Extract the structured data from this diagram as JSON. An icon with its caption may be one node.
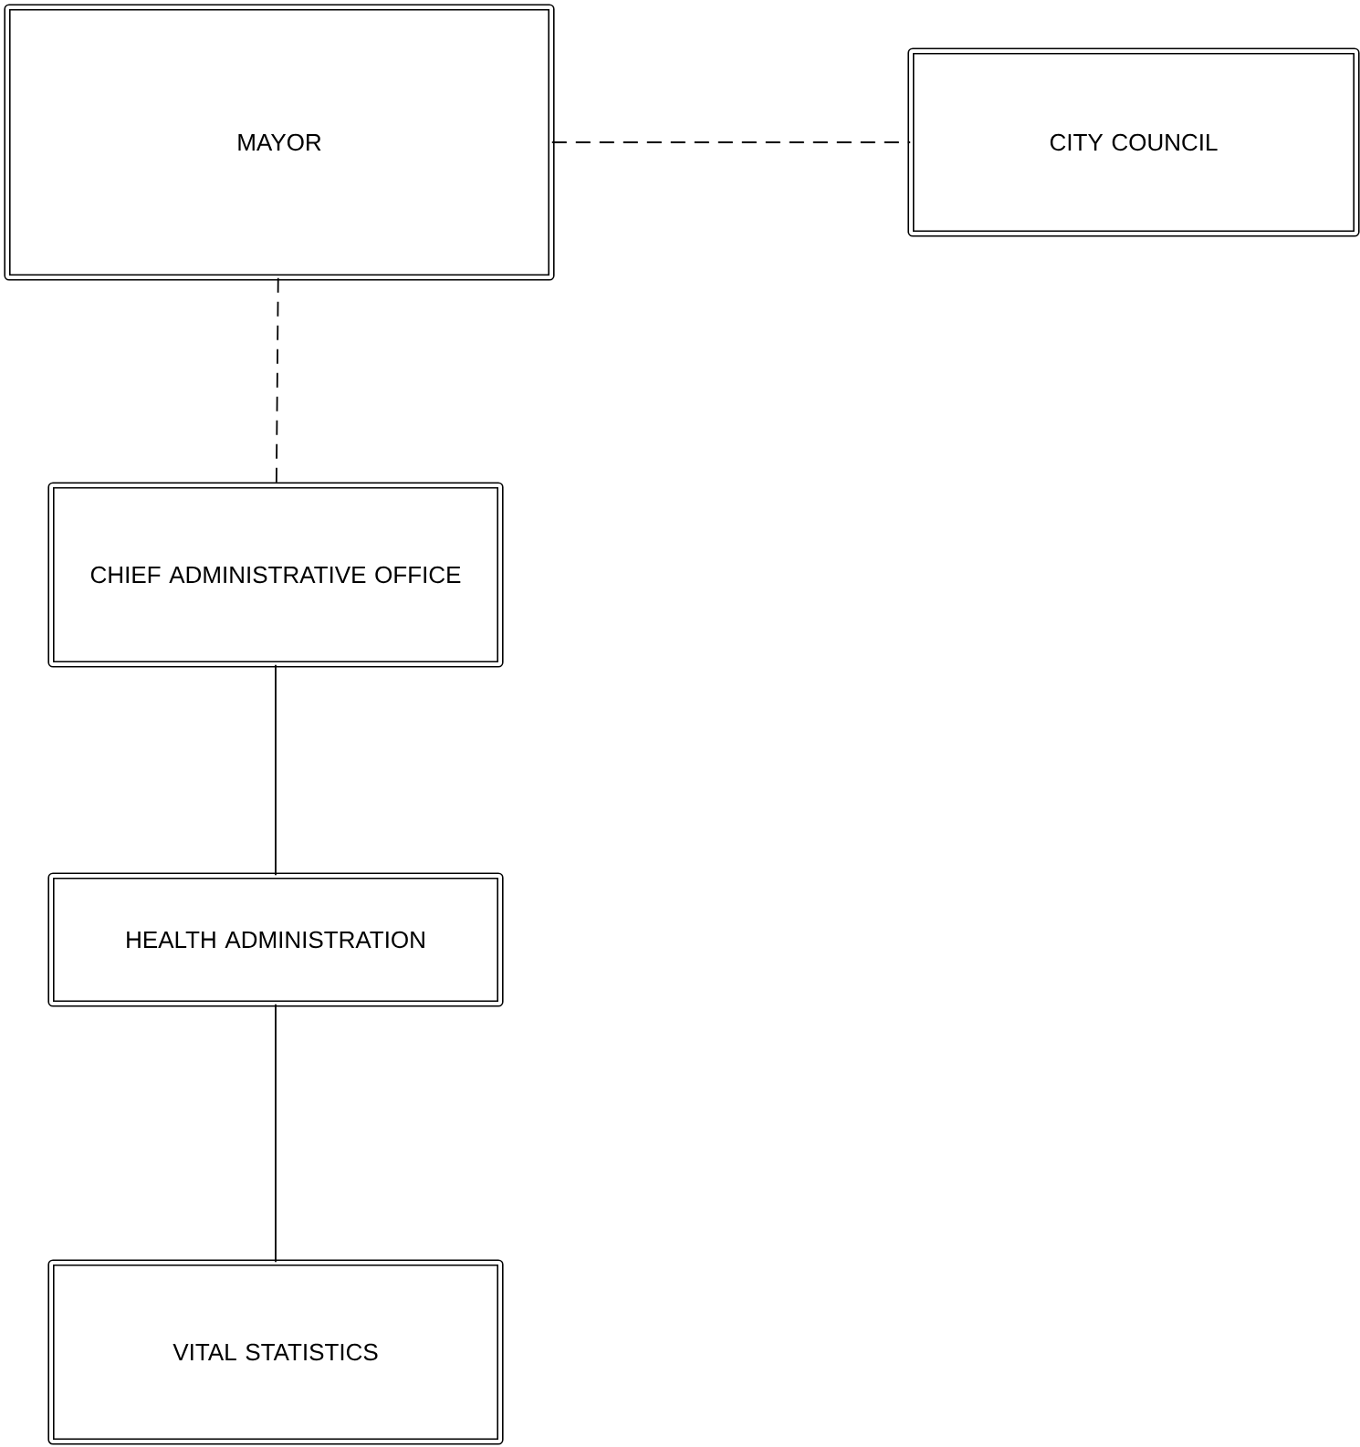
{
  "diagram": {
    "nodes": [
      {
        "text": [
          "MAYOR"
        ]
      },
      {
        "text": [
          "CITY COUNCIL"
        ]
      },
      {
        "text": [
          "CHIEF ADMINISTRATIVE OFFICE"
        ]
      },
      {
        "text": [
          "HEALTH ADMINISTRATION"
        ]
      },
      {
        "text": [
          "VITAL STATISTICS"
        ]
      }
    ],
    "edges": [
      {
        "from": 0,
        "to": 1,
        "arrow": "none",
        "style": "dashed"
      },
      {
        "from": 0,
        "to": 2,
        "arrow": "none",
        "style": "dashed"
      },
      {
        "from": 2,
        "to": 3,
        "arrow": "none"
      },
      {
        "from": 3,
        "to": 4,
        "arrow": "none"
      }
    ]
  }
}
